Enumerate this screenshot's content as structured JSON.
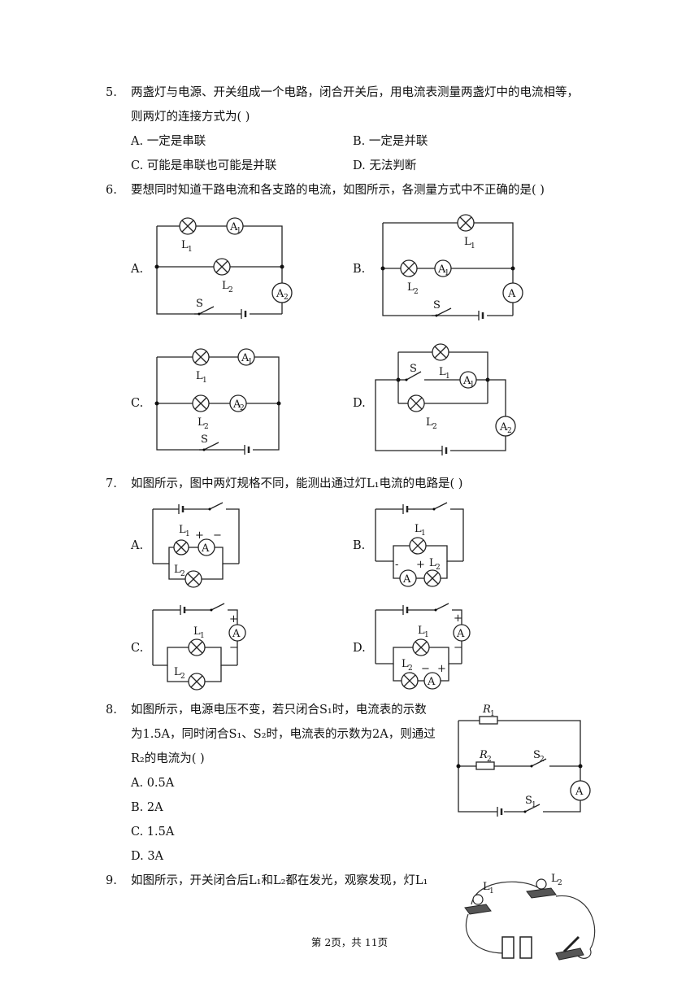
{
  "q5": {
    "num": "5.",
    "line1": "两盏灯与电源、开关组成一个电路，闭合开关后，用电流表测量两盏灯中的电流相等，",
    "line2": "则两灯的连接方式为(    )",
    "options": [
      "A.  一定是串联",
      "B.  一定是并联",
      "C.  可能是串联也可能是并联",
      "D.  无法判断"
    ]
  },
  "q6": {
    "num": "6.",
    "line1": "要想同时知道干路电流和各支路的电流，如图所示，各测量方式中不正确的是(    )",
    "labels": [
      "A.",
      "B.",
      "C.",
      "D."
    ]
  },
  "q7": {
    "num": "7.",
    "line1": "如图所示，图中两灯规格不同，能测出通过灯L₁电流的电路是(    )",
    "labels": [
      "A.",
      "B.",
      "C.",
      "D."
    ]
  },
  "q8": {
    "num": "8.",
    "line1": "如图所示，电源电压不变，若只闭合S₁时，电流表的示数",
    "line2": "为1.5A，同时闭合S₁、S₂时，电流表的示数为2A，则通过",
    "line3": "R₂的电流为(    )",
    "options": [
      "A. 0.5A",
      "B. 2A",
      "C. 1.5A",
      "D. 3A"
    ]
  },
  "q9": {
    "num": "9.",
    "line1": "如图所示，开关闭合后L₁和L₂都在发光，观察发现，灯L₁"
  },
  "footer": "第 2页，共 11页",
  "sym": {
    "L1": "L",
    "L2": "L",
    "A": "A",
    "A1": "A",
    "A2": "A",
    "S": "S",
    "S1": "S",
    "S2": "S",
    "R1": "R",
    "R2": "R",
    "s1": "1",
    "s2": "2",
    "plus": "+",
    "minus": "−"
  }
}
